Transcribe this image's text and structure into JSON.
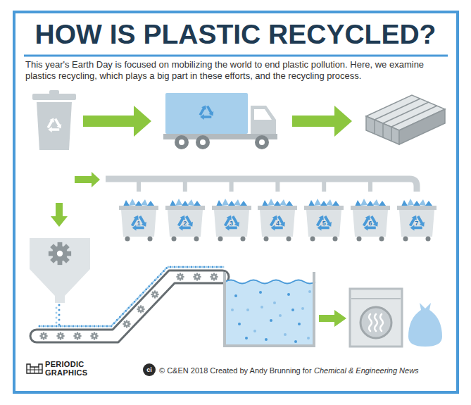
{
  "diagram": {
    "title": "HOW IS PLASTIC RECYCLED?",
    "nodes": [
      {
        "text": [
          "1"
        ]
      },
      {
        "text": [
          "2"
        ]
      },
      {
        "text": [
          "3"
        ]
      },
      {
        "text": [
          "4"
        ]
      },
      {
        "text": [
          "5"
        ]
      },
      {
        "text": [
          "6"
        ]
      },
      {
        "text": [
          "7"
        ]
      }
    ],
    "labels": [
      "This year's Earth Day is focused on mobilizing the world to end plastic pollution. Here, we examine plastics recycling, which plays a big part in these efforts, and the recycling process.",
      "PERIODIC GRAPHICS",
      "ci",
      "© C&EN 2018 Created by Andy Brunning for",
      "Chemical & Engineering News"
    ]
  }
}
